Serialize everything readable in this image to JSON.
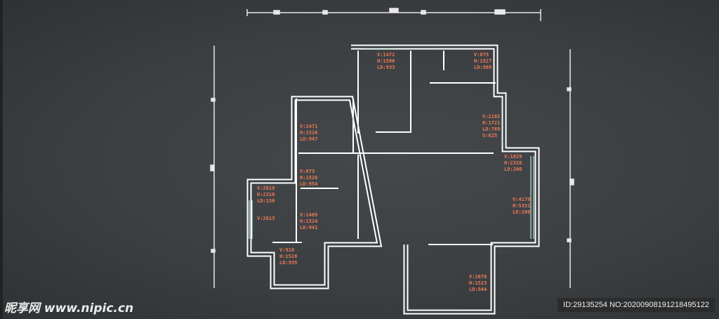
{
  "rooms": [
    {
      "lines": [
        "V:1472",
        "H:1500",
        "LD:933"
      ]
    },
    {
      "lines": [
        "V:875",
        "H:1527",
        "LD:988"
      ]
    },
    {
      "lines": [
        "V:2165",
        "H:1721",
        "LD:769",
        "S:625"
      ]
    },
    {
      "lines": [
        "V:1471",
        "H:1526",
        "LD:947"
      ]
    },
    {
      "lines": [
        "V:873",
        "H:1526",
        "LD:954"
      ]
    },
    {
      "lines": [
        "V:2019",
        "H:2310",
        "LD:150"
      ]
    },
    {
      "lines": [
        "V:2613"
      ]
    },
    {
      "lines": [
        "V:1469",
        "H:1524",
        "LD:941"
      ]
    },
    {
      "lines": [
        "V:910",
        "H:1528",
        "LD:935"
      ]
    },
    {
      "lines": [
        "V:1829",
        "H:2316",
        "LD:200"
      ]
    },
    {
      "lines": [
        "V:4179",
        "H:5331",
        "LD:200"
      ]
    },
    {
      "lines": [
        "V:2076",
        "H:1523",
        "LD:944"
      ]
    }
  ],
  "watermark": "昵享网 www.nipic.cn",
  "image_id": "ID:29135254 NO:20200908191218495122",
  "colors": {
    "background": "#3c3f42",
    "wall": "#ffffff",
    "label": "#f07a55"
  }
}
